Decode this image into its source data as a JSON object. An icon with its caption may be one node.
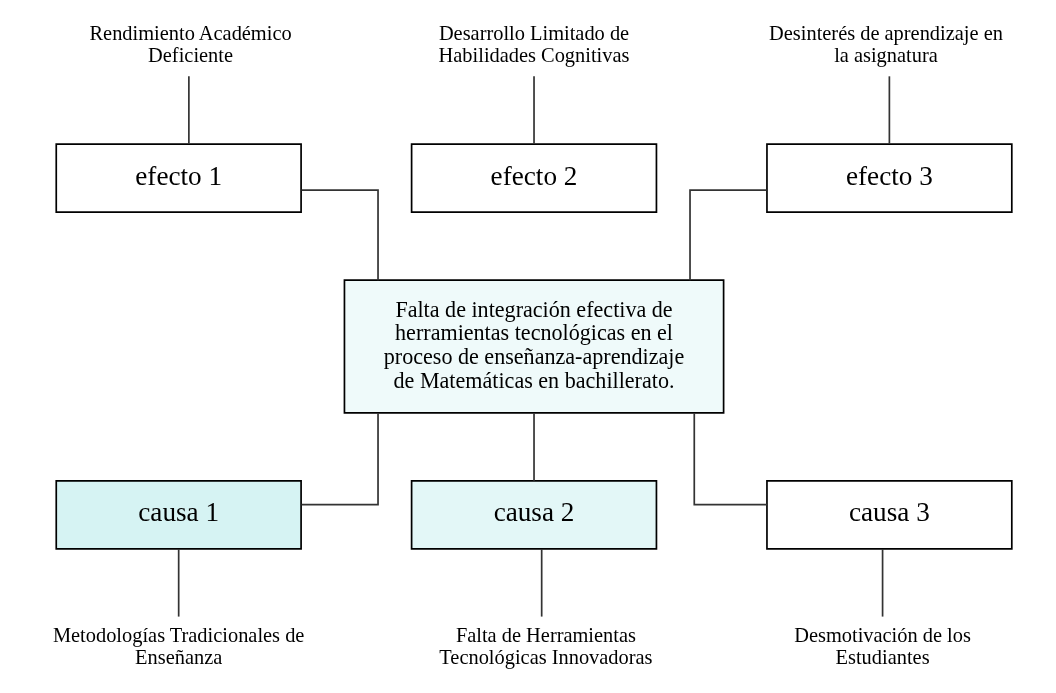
{
  "diagram": {
    "nodes": [
      {
        "text": [
          "Rendimiento Académico Deficiente"
        ]
      },
      {
        "text": [
          "Desarrollo Limitado de Habilidades Cognitivas"
        ]
      },
      {
        "text": [
          "Desinterés de aprendizaje en la asignatura"
        ]
      },
      {
        "text": [
          "efecto 1"
        ]
      },
      {
        "text": [
          "efecto 2"
        ]
      },
      {
        "text": [
          "efecto 3"
        ]
      },
      {
        "text": [
          "Falta de integración efectiva de herramientas tecnológicas en el proceso de enseñanza-aprendizaje de Matemáticas en bachillerato."
        ]
      },
      {
        "text": [
          "causa 1"
        ]
      },
      {
        "text": [
          "causa 2"
        ]
      },
      {
        "text": [
          "causa 3"
        ]
      },
      {
        "text": [
          "Metodologías Tradicionales de Enseñanza"
        ]
      },
      {
        "text": [
          "Falta de Herramientas Tecnológicas Innovadoras"
        ]
      },
      {
        "text": [
          "Desmotivación de los Estudiantes"
        ]
      }
    ],
    "edges": [
      {
        "from": 0,
        "to": 3,
        "arrow": "none"
      },
      {
        "from": 1,
        "to": 4,
        "arrow": "none"
      },
      {
        "from": 2,
        "to": 5,
        "arrow": "none"
      },
      {
        "from": 3,
        "to": 6,
        "arrow": "none"
      },
      {
        "from": 5,
        "to": 6,
        "arrow": "none"
      },
      {
        "from": 6,
        "to": 7,
        "arrow": "none"
      },
      {
        "from": 6,
        "to": 8,
        "arrow": "none"
      },
      {
        "from": 6,
        "to": 9,
        "arrow": "none"
      },
      {
        "from": 7,
        "to": 10,
        "arrow": "none"
      },
      {
        "from": 8,
        "to": 11,
        "arrow": "none"
      },
      {
        "from": 9,
        "to": 12,
        "arrow": "none"
      }
    ]
  }
}
